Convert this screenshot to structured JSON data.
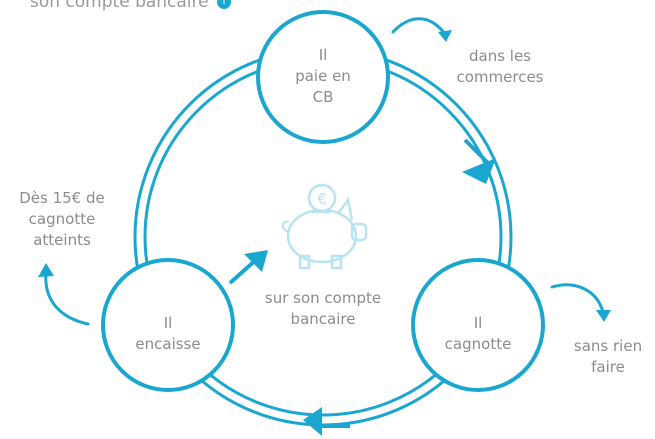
{
  "header": {
    "text": "son compte bancaire",
    "info_icon": "info-icon"
  },
  "nodes": {
    "top": [
      "Il",
      "paie en",
      "CB"
    ],
    "right": [
      "Il",
      "cagnotte"
    ],
    "left": [
      "Il",
      "encaisse"
    ]
  },
  "labels": {
    "commerce": [
      "dans les",
      "commerces"
    ],
    "rien": [
      "sans rien",
      "faire"
    ],
    "seuil": [
      "Dès 15€ de",
      "cagnotte",
      "atteints"
    ],
    "center": [
      "sur son compte",
      "bancaire"
    ]
  },
  "icons": {
    "center": "piggy-bank-icon",
    "coin_symbol": "€"
  },
  "colors": {
    "accent": "#1aa7cf",
    "text": "#8c8c8c",
    "light": "#b8e4f1"
  }
}
